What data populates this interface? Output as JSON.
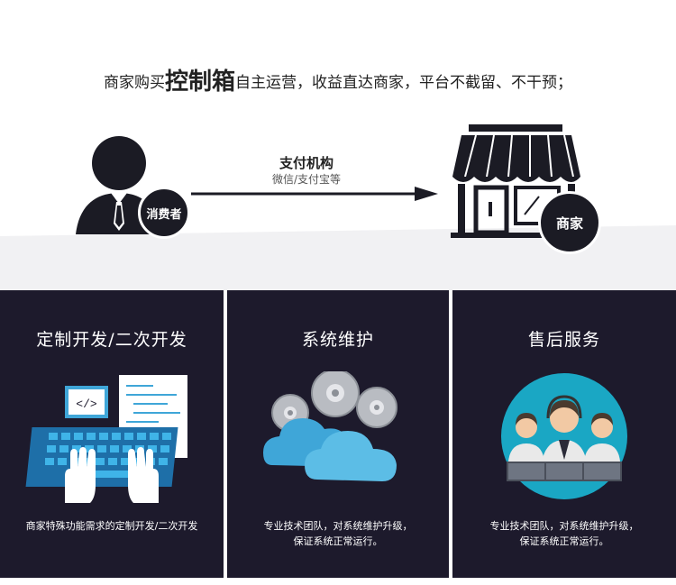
{
  "header": {
    "pre": "商家购买",
    "emphasis": "控制箱",
    "post": "自主运营，收益直达商家，平台不截留、不干预；"
  },
  "flow": {
    "consumer_label": "消费者",
    "payment_title": "支付机构",
    "payment_sub": "微信/支付宝等",
    "merchant_label": "商家"
  },
  "panels": [
    {
      "title": "定制开发/二次开发",
      "desc_lines": [
        "商家特殊功能需求的定制开发/二次开发"
      ]
    },
    {
      "title": "系统维护",
      "desc_lines": [
        "专业技术团队，对系统维护升级，",
        "保证系统正常运行。"
      ]
    },
    {
      "title": "售后服务",
      "desc_lines": [
        "专业技术团队，对系统维护升级，",
        "保证系统正常运行。"
      ]
    }
  ],
  "icons": [
    "user-icon",
    "arrow-right-icon",
    "storefront-icon",
    "keyboard-code-icon",
    "cloud-gear-icon",
    "support-team-icon"
  ],
  "colors": {
    "panel_bg": "#1d1a2c",
    "icon_dark": "#1b1b24",
    "cloud_blue": "#3fa6d8",
    "support_teal": "#1aa7c4"
  }
}
